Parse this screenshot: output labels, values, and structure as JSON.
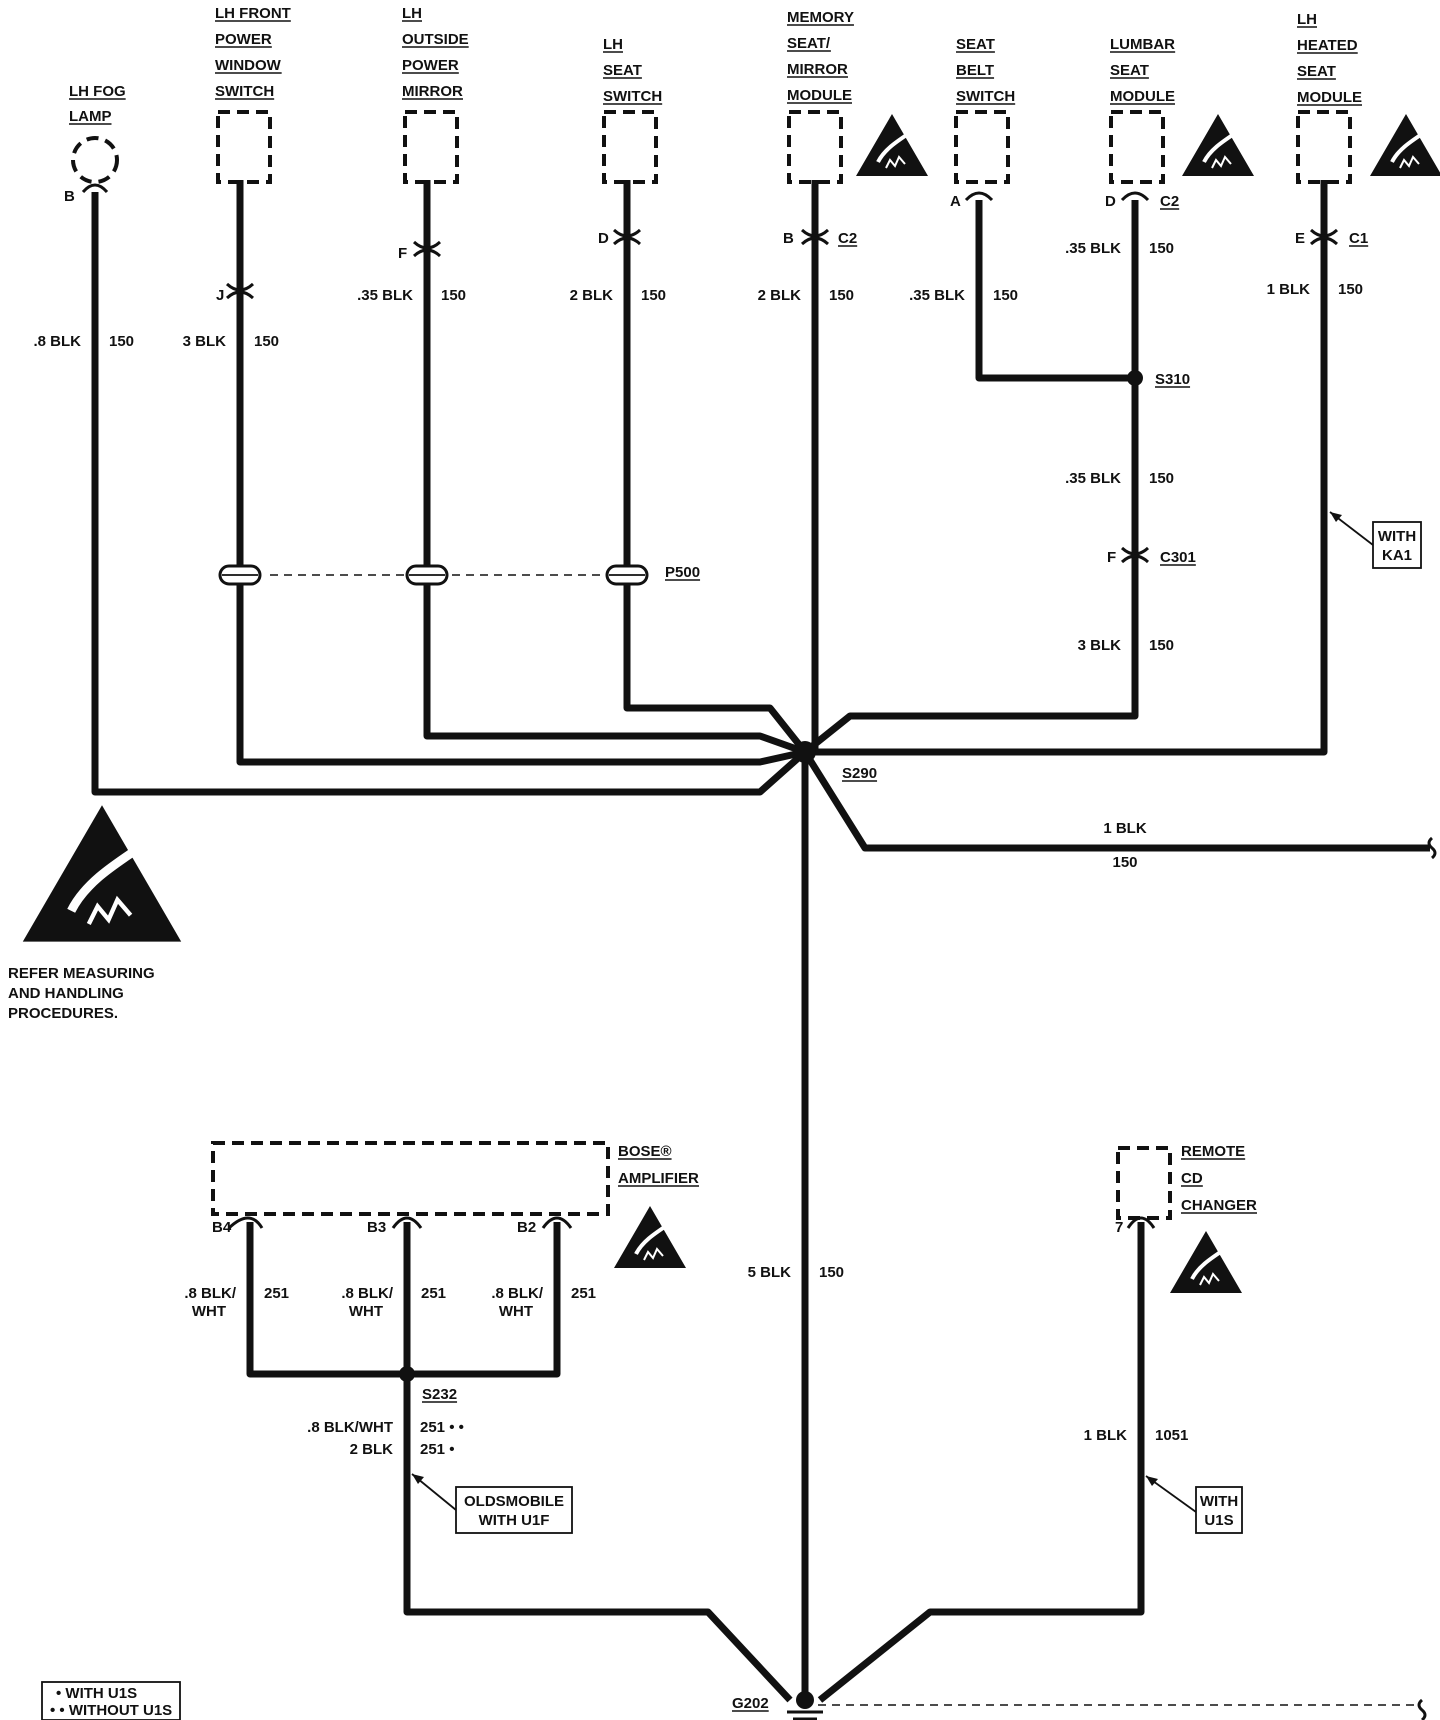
{
  "components": {
    "lh_fog_lamp": [
      "LH FOG",
      "LAMP"
    ],
    "lh_front_power_window_switch": [
      "LH FRONT",
      "POWER",
      "WINDOW",
      "SWITCH"
    ],
    "lh_outside_power_mirror": [
      "LH",
      "OUTSIDE",
      "POWER",
      "MIRROR"
    ],
    "lh_seat_switch": [
      "LH",
      "SEAT",
      "SWITCH"
    ],
    "memory_seat_mirror_module": [
      "MEMORY",
      "SEAT/",
      "MIRROR",
      "MODULE"
    ],
    "seat_belt_switch": [
      "SEAT",
      "BELT",
      "SWITCH"
    ],
    "lumbar_seat_module": [
      "LUMBAR",
      "SEAT",
      "MODULE"
    ],
    "lh_heated_seat_module": [
      "LH",
      "HEATED",
      "SEAT",
      "MODULE"
    ],
    "bose_amplifier": [
      "BOSE®",
      "AMPLIFIER"
    ],
    "remote_cd_changer": [
      "REMOTE",
      "CD",
      "CHANGER"
    ]
  },
  "pins": {
    "fog": "B",
    "window_switch": "J",
    "mirror": "F",
    "seat_switch": "D",
    "memory": "B",
    "memory_conn": "C2",
    "belt": "A",
    "lumbar": "D",
    "lumbar_conn": "C2",
    "heated": "E",
    "heated_conn": "C1",
    "c301_pin": "F",
    "c301": "C301",
    "amp_b4": "B4",
    "amp_b3": "B3",
    "amp_b2": "B2",
    "cd": "7"
  },
  "wires": {
    "fog": [
      ".8 BLK",
      "150"
    ],
    "window": [
      "3 BLK",
      "150"
    ],
    "mirror": [
      ".35 BLK",
      "150"
    ],
    "seat": [
      "2 BLK",
      "150"
    ],
    "memory": [
      "2 BLK",
      "150"
    ],
    "belt": [
      ".35 BLK",
      "150"
    ],
    "lumbar": [
      ".35 BLK",
      "150"
    ],
    "heated": [
      "1 BLK",
      "150"
    ],
    "s310_down": [
      ".35 BLK",
      "150"
    ],
    "c301_down": [
      "3 BLK",
      "150"
    ],
    "s290_right": [
      "1 BLK",
      "150"
    ],
    "main": [
      "5 BLK",
      "150"
    ],
    "amp_wire": [
      ".8 BLK/",
      "WHT",
      "251"
    ],
    "s232_opt1": [
      ".8 BLK/WHT",
      "251 • •"
    ],
    "s232_opt2": [
      "2 BLK",
      "251 •"
    ],
    "cd": [
      "1 BLK",
      "1051"
    ]
  },
  "splices": {
    "s310": "S310",
    "s290": "S290",
    "s232": "S232",
    "p500": "P500",
    "g202": "G202"
  },
  "notes": {
    "with_ka1": [
      "WITH",
      "KA1"
    ],
    "oldsmobile": [
      "OLDSMOBILE",
      "WITH U1F"
    ],
    "with_u1s": [
      "WITH",
      "U1S"
    ],
    "esd": [
      "REFER MEASURING",
      "AND HANDLING",
      "PROCEDURES."
    ],
    "legend": [
      "• WITH U1S",
      "• • WITHOUT U1S"
    ]
  },
  "icons": [
    "esd-warning-icon",
    "ground-icon"
  ]
}
